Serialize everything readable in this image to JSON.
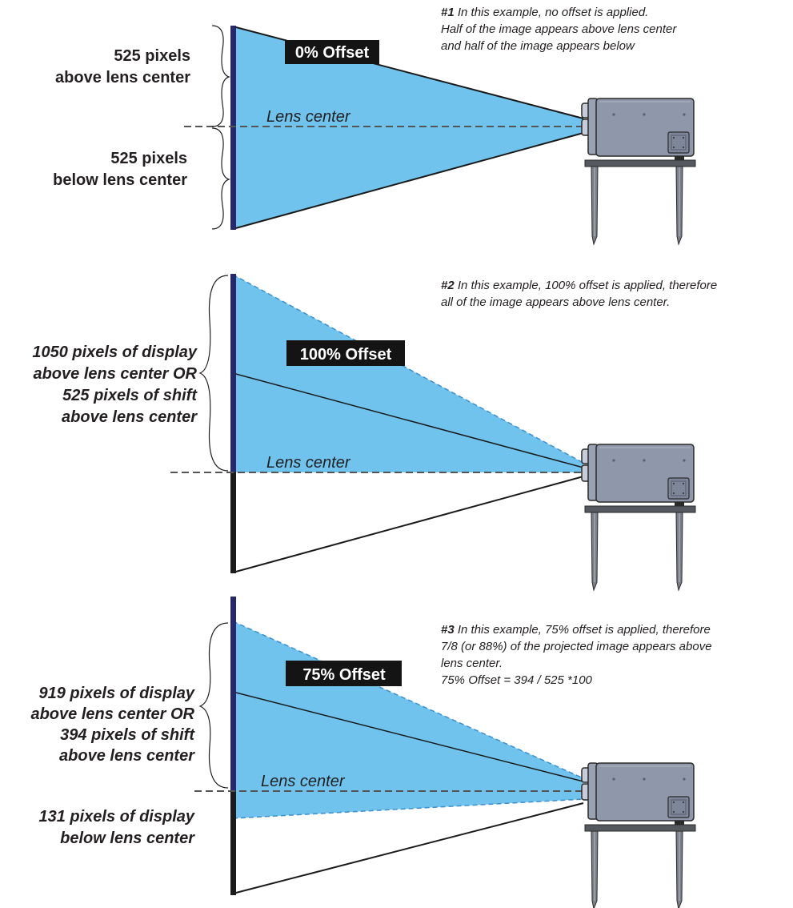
{
  "colors": {
    "beam": "#6fc3ec",
    "beam_edge": "#3c8fd0",
    "screen": "#27276e",
    "screen_below": "#1b1b1b",
    "badge": "#141414",
    "projector": "#8f97aa",
    "table": "#55595f"
  },
  "icons": {
    "projector": "projector-icon"
  },
  "panel1": {
    "badge": "0% Offset",
    "lens_center": "Lens center",
    "label_above_line1": "525 pixels",
    "label_above_line2": "above lens center",
    "label_below_line1": "525 pixels",
    "label_below_line2": "below lens center",
    "note_num": "#1",
    "note_line1": " In this example, no offset is applied.",
    "note_line2": "Half of the image appears above lens center",
    "note_line3": "and half of the image appears below"
  },
  "panel2": {
    "badge": "100% Offset",
    "lens_center": "Lens center",
    "label_line1": "1050 pixels of display",
    "label_line2": "above lens center OR",
    "label_line3": "525 pixels of shift",
    "label_line4": "above lens center",
    "note_num": "#2",
    "note_line1": " In this example, 100% offset is applied, therefore",
    "note_line2": "all of the image appears above lens center."
  },
  "panel3": {
    "badge": "75% Offset",
    "lens_center": "Lens center",
    "label_line1": "919 pixels of display",
    "label_line2": "above lens center OR",
    "label_line3": "394 pixels of shift",
    "label_line4": "above lens center",
    "below_line1": "131 pixels of display",
    "below_line2": "below lens center",
    "note_num": "#3",
    "note_line1": " In this example, 75% offset is applied, therefore",
    "note_line2": "7/8 (or 88%) of the projected image appears above",
    "note_line3": " lens center.",
    "note_line4": "75% Offset = 394 / 525 *100"
  }
}
